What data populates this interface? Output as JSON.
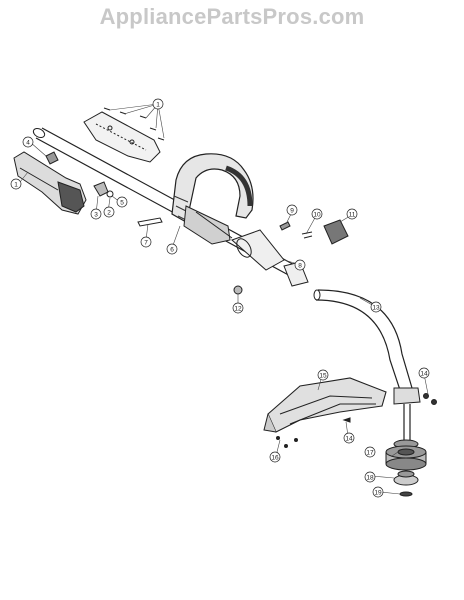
{
  "header": {
    "watermark": "AppliancePartsPros.com"
  },
  "diagram": {
    "callouts": [
      "1",
      "1",
      "2",
      "3",
      "4",
      "5",
      "6",
      "7",
      "8",
      "9",
      "10",
      "11",
      "12",
      "13",
      "14",
      "14",
      "15",
      "16",
      "17",
      "18",
      "19"
    ]
  }
}
